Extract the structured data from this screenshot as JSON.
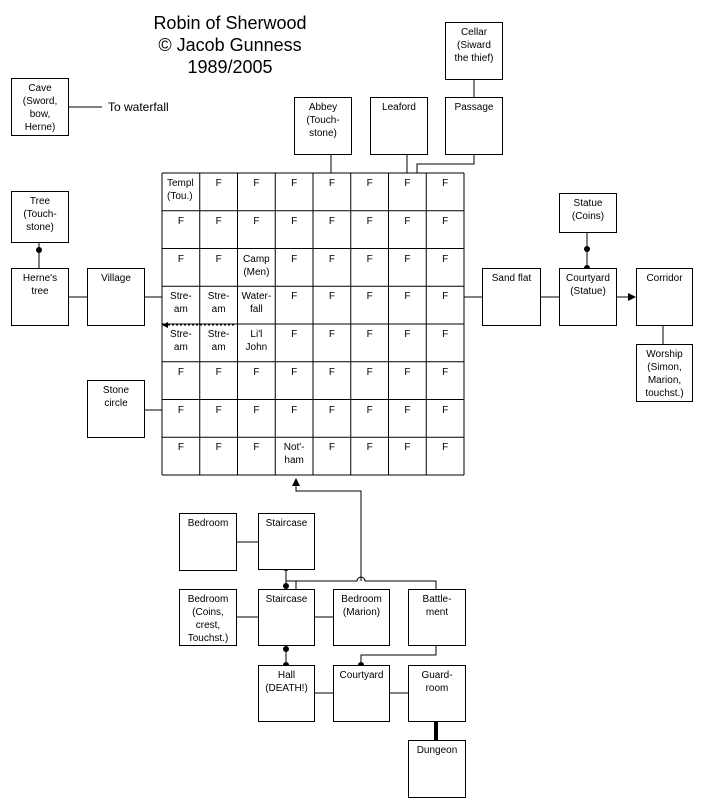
{
  "title": {
    "line1": "Robin of Sherwood",
    "line2": "© Jacob Gunness",
    "line3": "1989/2005"
  },
  "grid": [
    [
      "Templ\n(Tou.)",
      "F",
      "F",
      "F",
      "F",
      "F",
      "F",
      "F"
    ],
    [
      "F",
      "F",
      "F",
      "F",
      "F",
      "F",
      "F",
      "F"
    ],
    [
      "F",
      "F",
      "Camp\n(Men)",
      "F",
      "F",
      "F",
      "F",
      "F"
    ],
    [
      "Stre-\nam",
      "Stre-\nam",
      "Water-\nfall",
      "F",
      "F",
      "F",
      "F",
      "F"
    ],
    [
      "Stre-\nam",
      "Stre-\nam",
      "Li'l\nJohn",
      "F",
      "F",
      "F",
      "F",
      "F"
    ],
    [
      "F",
      "F",
      "F",
      "F",
      "F",
      "F",
      "F",
      "F"
    ],
    [
      "F",
      "F",
      "F",
      "F",
      "F",
      "F",
      "F",
      "F"
    ],
    [
      "F",
      "F",
      "F",
      "Not'-\nham",
      "F",
      "F",
      "F",
      "F"
    ]
  ],
  "rooms": {
    "cave": "Cave\n(Sword,\nbow,\nHerne)",
    "tree": "Tree\n(Touch-\nstone)",
    "hernes_tree": "Herne's\ntree",
    "village": "Village",
    "stone_circle": "Stone\ncircle",
    "abbey": "Abbey\n(Touch-\nstone)",
    "leaford": "Leaford",
    "passage": "Passage",
    "cellar": "Cellar\n(Siward\nthe thief)",
    "sand_flat": "Sand flat",
    "statue": "Statue\n(Coins)",
    "courtyard_statue": "Courtyard\n(Statue)",
    "corridor": "Corridor",
    "worship": "Worship\n(Simon,\nMarion,\ntouchst.)",
    "bedroom_top": "Bedroom",
    "staircase_top": "Staircase",
    "bedroom_coins": "Bedroom\n(Coins,\ncrest,\nTouchst.)",
    "staircase_mid": "Staircase",
    "bedroom_marion": "Bedroom\n(Marion)",
    "battlement": "Battle-\nment",
    "hall": "Hall\n(DEATH!)",
    "courtyard": "Courtyard",
    "guardroom": "Guard-\nroom",
    "dungeon": "Dungeon"
  },
  "notes": {
    "to_waterfall": "To waterfall"
  }
}
